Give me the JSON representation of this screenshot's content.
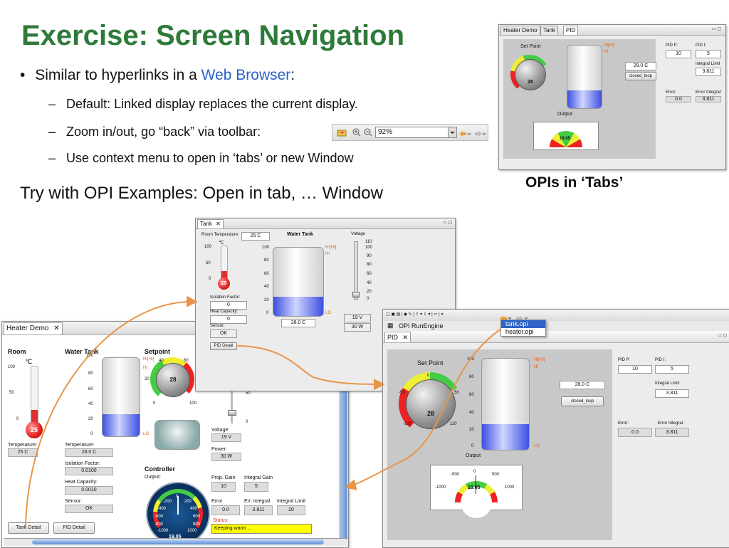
{
  "slide": {
    "title": "Exercise: Screen Navigation",
    "bullet1_prefix": "Similar to hyperlinks in a ",
    "bullet1_link": "Web Browser",
    "bullet1_suffix": ":",
    "sub1": "Default: Linked display replaces the current display.",
    "sub2": "Zoom in/out, go “back” via toolbar:",
    "sub3": "Use context menu to open in ‘tabs’ or new Window",
    "try_line": "Try with OPI Examples: Open in tab, … Window",
    "opis_caption": "OPIs in ‘Tabs’",
    "bullet_char": "•",
    "dash_char": "–"
  },
  "toolbar_strip": {
    "zoom_value": "92%"
  },
  "tabs_window": {
    "tabs": [
      "Heater Demo",
      "Tank",
      "PID"
    ],
    "set_point": "Set Point",
    "knob_value": "28",
    "hihi": "HI[HI]",
    "hi": "HI",
    "value_box": "28.0 C",
    "button": "closed_loop",
    "output": "Output",
    "pid_p": "PID P:",
    "pid_i": "PID I:",
    "pid_p_val": "10",
    "pid_i_val": "5",
    "integral_limit": "Integral Limit",
    "integral_limit_val": "3.811",
    "error": "Error:",
    "error_integral": "Error Integral:",
    "error_val": "0.0",
    "error_integral_val": "3.811",
    "meter_val": "19.05"
  },
  "tank_window": {
    "tab": "Tank",
    "room_temp_label": "Room Temperature:",
    "room_temp_val": "25 C",
    "deg": "℃",
    "thermo_ticks": [
      "100",
      "50",
      "0"
    ],
    "bulb_val": "25",
    "iso_label": "Isolation Factor:",
    "iso_val": "0",
    "heat_cap_label": "Heat Capacity:",
    "heat_cap_val": "0",
    "sensor_label": "Sensor:",
    "sensor_val": "OK",
    "pid_detail": "PID Detail",
    "water_tank": "Water Tank",
    "tank_ticks": [
      "100",
      "80",
      "60",
      "40",
      "20",
      "0"
    ],
    "hihi": "HI[HI]",
    "hi": "HI",
    "lo": "LO",
    "tank_val": "28.0 C",
    "voltage": "Voltage",
    "volt_ticks": [
      "110",
      "100",
      "90",
      "80",
      "60",
      "40",
      "20",
      "0"
    ],
    "volt_val": "19 V",
    "power_val": "30 W"
  },
  "heater_window": {
    "tab": "Heater Demo",
    "room": "Room",
    "deg": "℃",
    "thermo_ticks": [
      "100",
      "50",
      "0"
    ],
    "bulb_val": "25",
    "temp_label": "Temperature:",
    "temp_val": "25 C",
    "water_tank": "Water Tank",
    "tank_ticks": [
      "100",
      "80",
      "60",
      "40",
      "20",
      "0"
    ],
    "hihi": "HI[HI]",
    "hi": "HI",
    "lo": "LO",
    "temperature_label": "Temperature:",
    "temperature_val": "28.0 C",
    "iso_label": "Isolation Factor:",
    "iso_val": "0.0100",
    "heat_cap_label": "Heat Capacity:",
    "heat_cap_val": "0.0010",
    "sensor_label": "Sensor:",
    "sensor_val": "OK",
    "tank_detail": "Tank Detail",
    "pid_detail": "PID Detail",
    "setpoint": "Setpoint",
    "knob_value": "28",
    "knob_ticks": [
      "40",
      "60",
      "20",
      "0",
      "100"
    ],
    "slider_tick_50": "50",
    "slider_tick_0": "0",
    "voltage_label": "Voltage:",
    "voltage_val": "19 V",
    "power_label": "Power:",
    "power_val": "30 W",
    "controller": "Controller",
    "output": "Output:",
    "gauge_val": "19.05",
    "gauge_ticks": [
      "0",
      "-200",
      "200",
      "-400",
      "400",
      "-600",
      "600",
      "-800",
      "800",
      "-1000",
      "1000"
    ],
    "prop_gain": "Prop. Gain",
    "prop_gain_val": "10",
    "integral_gain": "Integral Gain",
    "integral_gain_val": "5",
    "error": "Error",
    "error_val": "0.0",
    "err_integral": "Err. Integral",
    "err_integral_val": "3.811",
    "integral_limit": "Integral Limit",
    "integral_limit_val": "20",
    "status_label": "Status:",
    "status_val": "Keeping warm ..."
  },
  "pid_window": {
    "runengine_title": "OPI RunEngine",
    "tab": "PID",
    "menu_items": [
      "tank.opi",
      "heater.opi"
    ],
    "set_point": "Set Point",
    "knob_value": "28",
    "knob_ticks": [
      "0",
      "-50",
      "50",
      "-100",
      "110"
    ],
    "tank_ticks": [
      "100",
      "80",
      "60",
      "40",
      "20",
      "0"
    ],
    "hihi": "HI[HI]",
    "hi": "HI",
    "lo": "LO",
    "value_box": "28.0 C",
    "button": "closed_loop",
    "output": "Output",
    "pid_p": "PID P:",
    "pid_i": "PID I:",
    "pid_p_val": "10",
    "pid_i_val": "5",
    "integral_limit": "Integral Limit",
    "integral_limit_val": "3.811",
    "error": "Error:",
    "error_integral": "Error Integral:",
    "error_val": "0.0",
    "error_integral_val": "3.811",
    "meter_val": "19.05",
    "meter_ticks": [
      "-500",
      "0",
      "500",
      "-1000",
      "1000"
    ]
  },
  "colors": {
    "title_green": "#2e7a3a",
    "link_blue": "#2a62c9",
    "arrow_orange": "#e8954a",
    "tank_blue": "#3d4fe0",
    "status_yellow": "#ffff00"
  }
}
